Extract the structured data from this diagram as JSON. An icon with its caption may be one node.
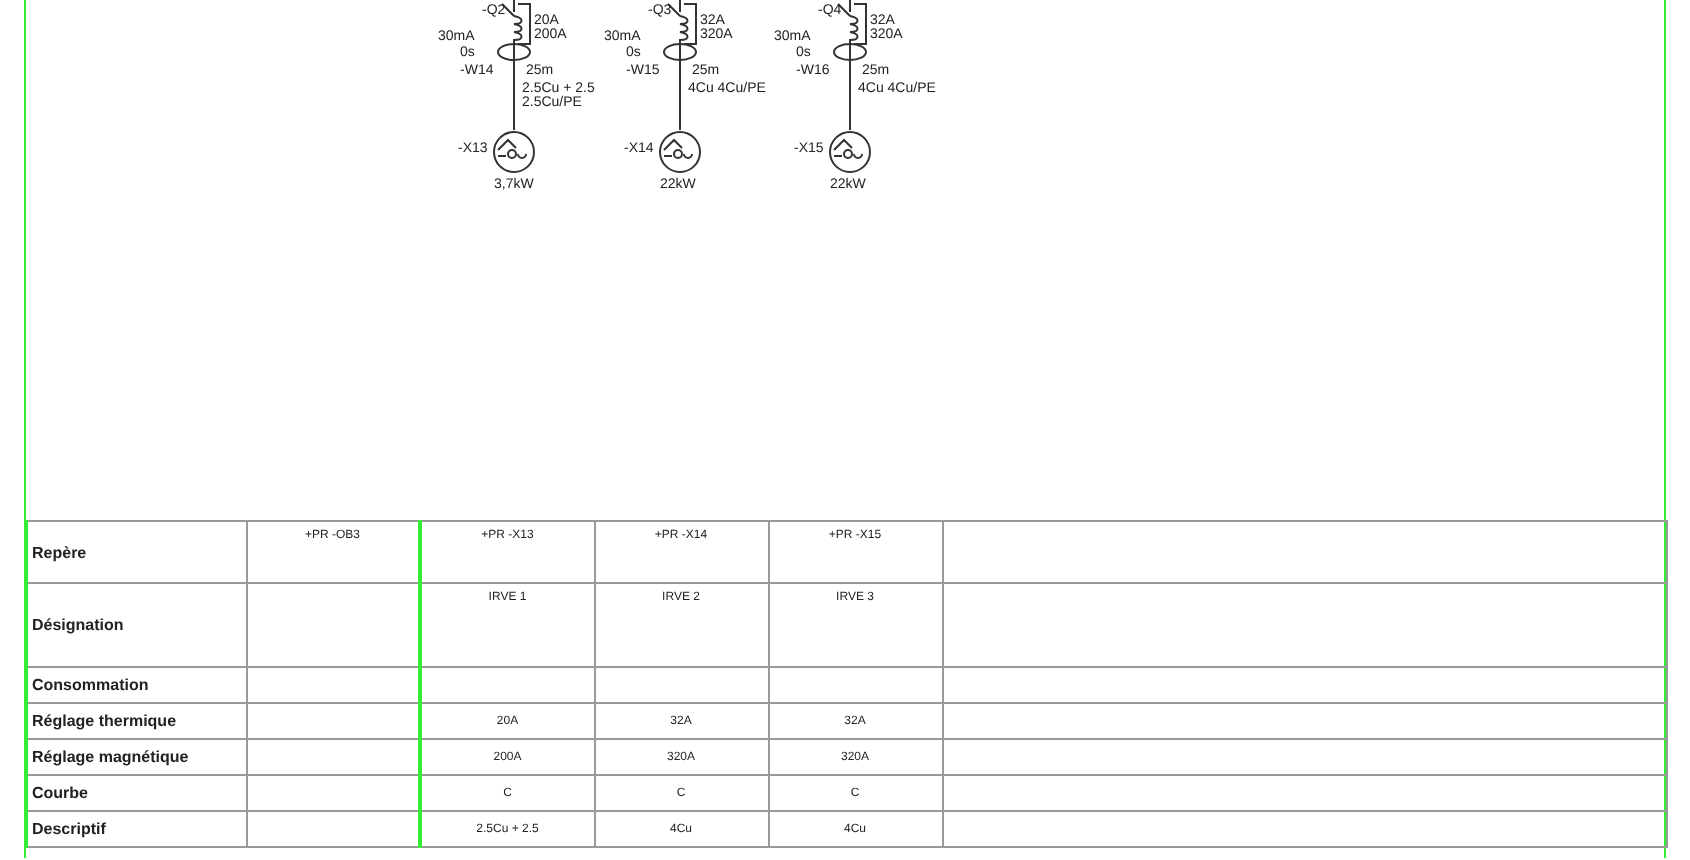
{
  "diagram": {
    "nodes": [
      {
        "text": [
          "-Q2"
        ],
        "beside": [
          "30mA",
          "20A",
          "200A",
          "0s"
        ]
      },
      {
        "text": [
          "-X13"
        ],
        "beside": [
          "3,7kW"
        ]
      },
      {
        "text": [
          "-Q3"
        ],
        "beside": [
          "30mA",
          "32A",
          "320A",
          "0s"
        ]
      },
      {
        "text": [
          "-X14"
        ],
        "beside": [
          "22kW"
        ]
      },
      {
        "text": [
          "-Q4"
        ],
        "beside": [
          "30mA",
          "32A",
          "320A",
          "0s"
        ]
      },
      {
        "text": [
          "-X15"
        ],
        "beside": [
          "22kW"
        ]
      }
    ],
    "edges": [
      {
        "from": 0,
        "to": 1,
        "arrow": "none"
      },
      {
        "from": 2,
        "to": 3,
        "arrow": "none"
      },
      {
        "from": 4,
        "to": 5,
        "arrow": "none"
      }
    ],
    "labels": [
      "-W14",
      "25m",
      "2.5Cu + 2.5 2.5Cu/PE",
      "-W15",
      "25m",
      "4Cu 4Cu/PE",
      "-W16",
      "25m",
      "4Cu 4Cu/PE",
      "Repère",
      "+PR -OB3",
      "+PR -X13",
      "+PR -X14",
      "+PR -X15",
      "Désignation",
      "IRVE 1",
      "IRVE 2",
      "IRVE 3",
      "Consommation",
      "Réglage thermique",
      "20A",
      "32A",
      "32A",
      "Réglage magnétique",
      "200A",
      "320A",
      "320A",
      "Courbe",
      "C",
      "C",
      "C",
      "Descriptif",
      "2.5Cu + 2.5",
      "4Cu",
      "4Cu"
    ]
  }
}
